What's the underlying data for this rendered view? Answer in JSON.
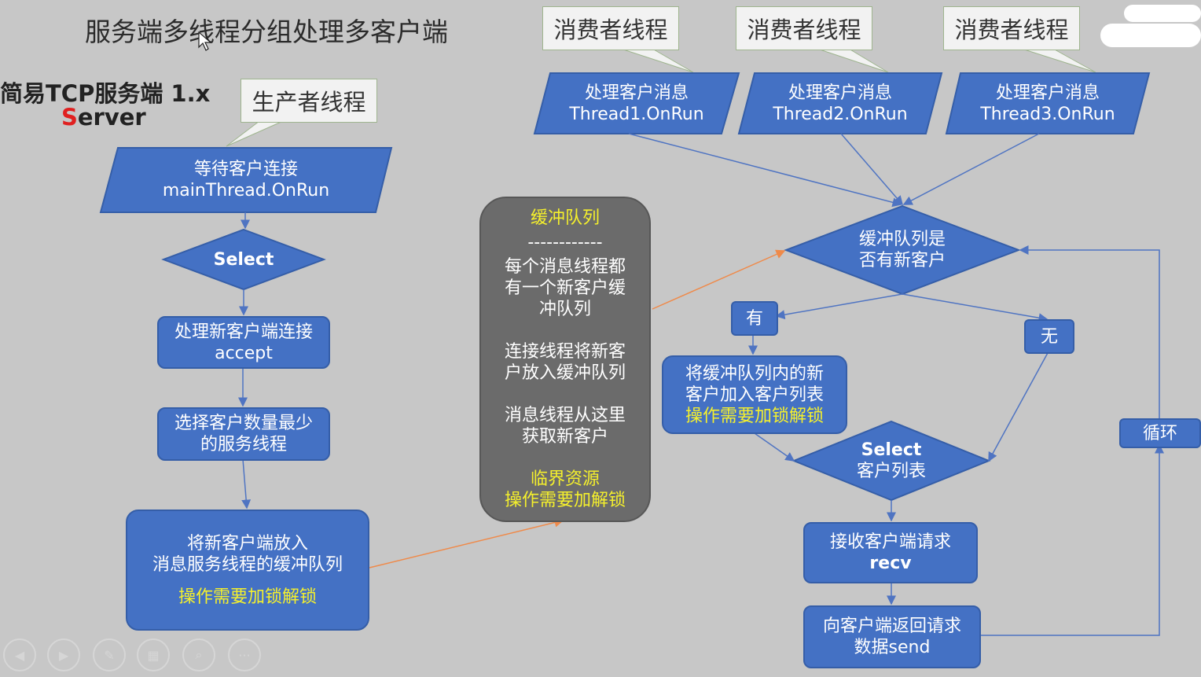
{
  "title": "服务端多线程分组处理多客户端",
  "server_label": {
    "line1": "简易TCP服务端 1.x",
    "line2_first": "S",
    "line2_rest": "erver"
  },
  "callouts": {
    "producer": "生产者线程",
    "consumer1": "消费者线程",
    "consumer2": "消费者线程",
    "consumer3": "消费者线程"
  },
  "left_flow": {
    "wait": {
      "line1": "等待客户连接",
      "line2": "mainThread.OnRun"
    },
    "select": "Select",
    "accept": {
      "line1": "处理新客户端连接",
      "line2": "accept"
    },
    "choose": {
      "line1": "选择客户数量最少",
      "line2": "的服务线程"
    },
    "put": {
      "line1": "将新客户端放入",
      "line2": "消息服务线程的缓冲队列",
      "line3": "操作需要加锁解锁"
    }
  },
  "buffer": {
    "title": "缓冲队列",
    "divider": "------------",
    "p1": [
      "每个消息线程都",
      "有一个新客户缓",
      "冲队列"
    ],
    "p2": [
      "连接线程将新客",
      "户放入缓冲队列"
    ],
    "p3": [
      "消息线程从这里",
      "获取新客户"
    ],
    "p4": [
      "临界资源",
      "操作需要加解锁"
    ]
  },
  "threads": [
    {
      "line1": "处理客户消息",
      "line2": "Thread1.OnRun"
    },
    {
      "line1": "处理客户消息",
      "line2": "Thread2.OnRun"
    },
    {
      "line1": "处理客户消息",
      "line2": "Thread3.OnRun"
    }
  ],
  "right_flow": {
    "check": {
      "line1": "缓冲队列是",
      "line2": "否有新客户"
    },
    "yes": "有",
    "no": "无",
    "add": {
      "line1": "将缓冲队列内的新",
      "line2": "客户加入客户列表",
      "line3": "操作需要加锁解锁"
    },
    "select": {
      "line1": "Select",
      "line2": "客户列表"
    },
    "recv": {
      "line1": "接收客户端请求",
      "line2": "recv"
    },
    "send": {
      "line1": "向客户端返回请求",
      "line2": "数据send"
    },
    "loop": "循环"
  },
  "colors": {
    "node": "#4471c4",
    "buffer": "#6b6b6b",
    "highlight": "#f5f02c",
    "arrow_blue": "#4f74c2",
    "arrow_orange": "#ef8a4a",
    "background": "#c7c7c7"
  },
  "controls": [
    "left-arrow-icon",
    "right-arrow-icon",
    "pen-icon",
    "slides-icon",
    "zoom-icon",
    "more-icon"
  ]
}
